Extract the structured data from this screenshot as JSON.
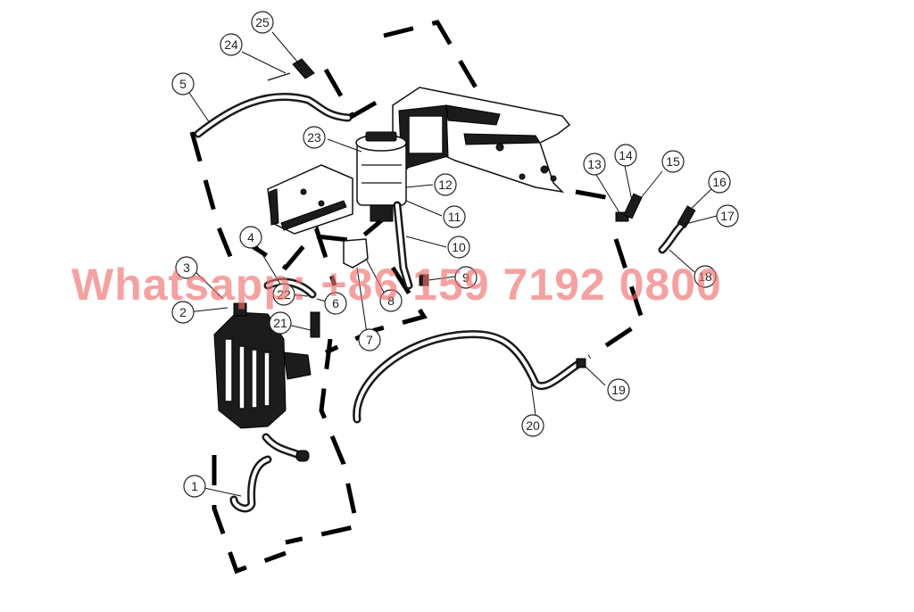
{
  "callouts": [
    {
      "id": "c1",
      "label": "1"
    },
    {
      "id": "c2",
      "label": "2"
    },
    {
      "id": "c3",
      "label": "3"
    },
    {
      "id": "c4",
      "label": "4"
    },
    {
      "id": "c5",
      "label": "5"
    },
    {
      "id": "c6",
      "label": "6"
    },
    {
      "id": "c7",
      "label": "7"
    },
    {
      "id": "c8",
      "label": "8"
    },
    {
      "id": "c9",
      "label": "9"
    },
    {
      "id": "c10",
      "label": "10"
    },
    {
      "id": "c11",
      "label": "11"
    },
    {
      "id": "c12",
      "label": "12"
    },
    {
      "id": "c13",
      "label": "13"
    },
    {
      "id": "c14",
      "label": "14"
    },
    {
      "id": "c15",
      "label": "15"
    },
    {
      "id": "c16",
      "label": "16"
    },
    {
      "id": "c17",
      "label": "17"
    },
    {
      "id": "c18",
      "label": "18"
    },
    {
      "id": "c19",
      "label": "19"
    },
    {
      "id": "c20",
      "label": "20"
    },
    {
      "id": "c21",
      "label": "21"
    },
    {
      "id": "c22",
      "label": "22"
    },
    {
      "id": "c23",
      "label": "23"
    },
    {
      "id": "c24",
      "label": "24"
    },
    {
      "id": "c25",
      "label": "25"
    }
  ],
  "watermark": "Whatsapp: +86 159 7192 0800"
}
